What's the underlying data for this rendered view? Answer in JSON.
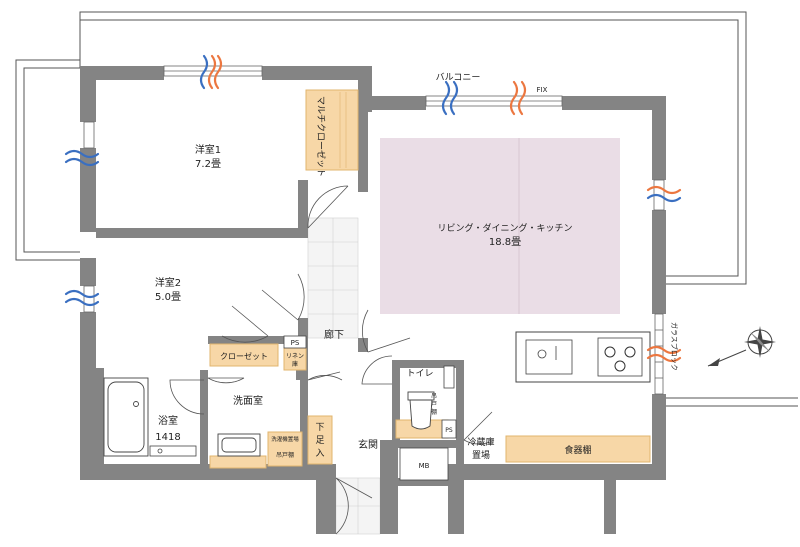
{
  "rooms": {
    "bedroom1": {
      "name": "洋室1",
      "size": "7.2畳"
    },
    "bedroom2": {
      "name": "洋室2",
      "size": "5.0畳"
    },
    "ldk": {
      "name": "リビング・ダイニング・キッチン",
      "size": "18.8畳"
    },
    "bath": {
      "name": "浴室",
      "size": "1418"
    },
    "washroom": {
      "name": "洗面室"
    },
    "hallway": {
      "name": "廊下"
    },
    "toilet": {
      "name": "トイレ"
    },
    "entrance": {
      "name": "玄関"
    }
  },
  "storage": {
    "multi_closet": "マルチクローゼット",
    "closet": "クローゼット",
    "linen": [
      "リネン",
      "庫"
    ],
    "ps_top": "PS",
    "ps_toilet": "PS",
    "shoe_box": [
      "下",
      "足",
      "入"
    ],
    "toilet_shelf": [
      "吊",
      "戸",
      "棚"
    ],
    "washer_space": "洗濯機置場",
    "upper_cabinet": "吊戸棚",
    "fridge": [
      "冷蔵庫",
      "置場"
    ],
    "dish_cabinet": "食器棚",
    "mb": "MB"
  },
  "labels": {
    "balcony": "バルコニー",
    "fix": "FIX",
    "glass_block": "ガラスブロック"
  },
  "colors": {
    "wall": "#848484",
    "ldk_floor": "#eadde6",
    "storage_fill": "#f7d7a7",
    "storage_stroke": "#e1b46e",
    "hall_floor": "#f3f3f3",
    "airflow_blue": "#3a6fc1",
    "airflow_orange": "#ec7740"
  }
}
